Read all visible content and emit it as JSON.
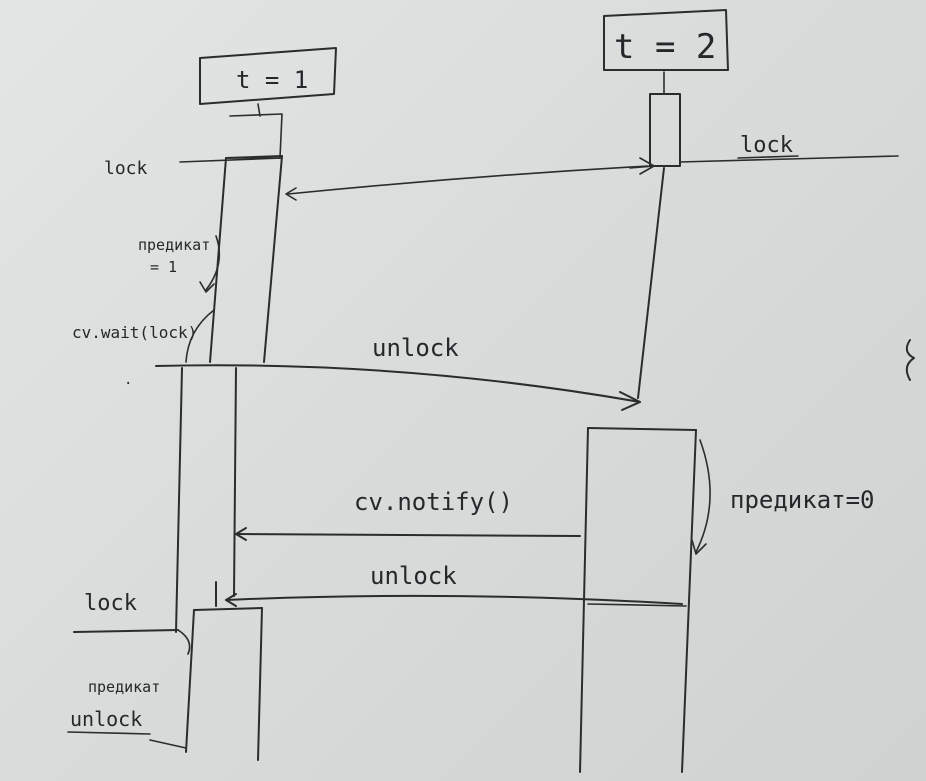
{
  "threads": [
    {
      "id": "t1",
      "label": "t = 1"
    },
    {
      "id": "t2",
      "label": "t = 2"
    }
  ],
  "messages": [
    {
      "id": "lock-t1",
      "label": "lock"
    },
    {
      "id": "lock-t2",
      "label": "lock"
    },
    {
      "id": "predicate-eq-1",
      "label": "предикат\n= 1"
    },
    {
      "id": "cv-wait",
      "label": "cv.wait(lock)"
    },
    {
      "id": "unlock-1",
      "label": "unlock"
    },
    {
      "id": "cv-notify",
      "label": "cv.notify()"
    },
    {
      "id": "unlock-2",
      "label": "unlock"
    },
    {
      "id": "predicate-t2",
      "label": "предикат=0"
    },
    {
      "id": "lock-t1-2",
      "label": "lock"
    },
    {
      "id": "predicate-t1-2",
      "label": "предикат"
    },
    {
      "id": "unlock-t1-end",
      "label": "unlock"
    }
  ]
}
